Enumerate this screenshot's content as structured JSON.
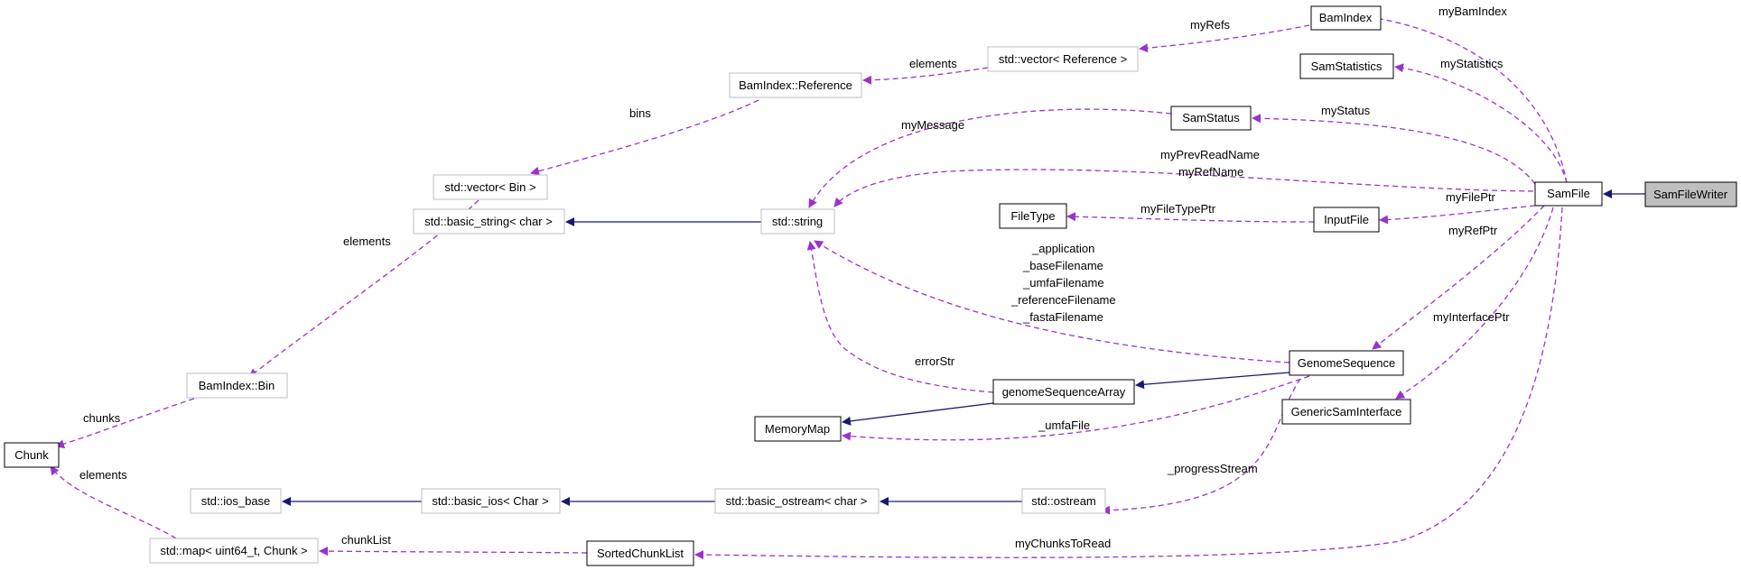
{
  "colors": {
    "inheritance": "#191970",
    "usage": "#9a32cd",
    "node_border_documented": "#000000",
    "node_border_external": "#bfbfbf",
    "highlight_fill": "#bfbfbf"
  },
  "nodes": {
    "samfilewriter": "SamFileWriter",
    "samfile": "SamFile",
    "bamindex": "BamIndex",
    "samstatistics": "SamStatistics",
    "samstatus": "SamStatus",
    "inputfile": "InputFile",
    "filetype": "FileType",
    "genomesequence": "GenomeSequence",
    "genericsaminterface": "GenericSamInterface",
    "genomesequencearray": "genomeSequenceArray",
    "memorymap": "MemoryMap",
    "stdstring": "std::string",
    "basicstring": "std::basic_string< char >",
    "vectorreference": "std::vector< Reference >",
    "bamindexreference": "BamIndex::Reference",
    "vectorbin": "std::vector< Bin >",
    "bamindexbin": "BamIndex::Bin",
    "chunk": "Chunk",
    "mapchunk": "std::map< uint64_t, Chunk >",
    "sortedchunklist": "SortedChunkList",
    "iosbase": "std::ios_base",
    "basicios": "std::basic_ios< Char >",
    "basicostream": "std::basic_ostream< char >",
    "ostream": "std::ostream"
  },
  "edge_labels": {
    "myBamIndex": "myBamIndex",
    "myStatistics": "myStatistics",
    "myStatus": "myStatus",
    "myRefs": "myRefs",
    "elements_ref": "elements",
    "bins": "bins",
    "elements_bin": "elements",
    "myMessage": "myMessage",
    "myPrevReadName": "myPrevReadName",
    "myRefName": "myRefName",
    "myFilePtr": "myFilePtr",
    "myFileTypePtr": "myFileTypePtr",
    "myRefPtr": "myRefPtr",
    "application": "_application",
    "baseFilename": "_baseFilename",
    "umfaFilename": "_umfaFilename",
    "referenceFilename": "_referenceFilename",
    "fastaFilename": "_fastaFilename",
    "myInterfacePtr": "myInterfacePtr",
    "errorStr": "errorStr",
    "umfaFile": "_umfaFile",
    "chunks": "chunks",
    "elements_chunk": "elements",
    "progressStream": "_progressStream",
    "chunkList": "chunkList",
    "myChunksToRead": "myChunksToRead"
  }
}
